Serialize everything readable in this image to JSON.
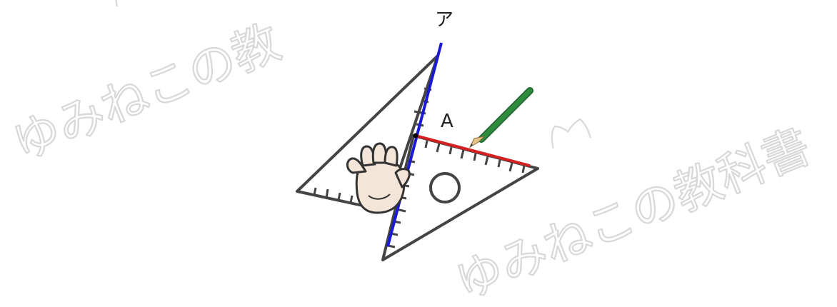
{
  "labels": {
    "line_name": "ア",
    "point_name": "A"
  },
  "watermark": {
    "left": "ゆみねこの教",
    "right": "ゆみねこの教科書"
  },
  "colors": {
    "line_a": "#1a1ad6",
    "perpendicular": "#d42020",
    "pencil_body": "#2e8b3e",
    "triangle_outline": "#444444",
    "hand_fill": "#f3e6d8",
    "watermark": "#d8d8d8"
  },
  "icons": {
    "hand": "hand-icon",
    "pencil": "pencil-icon"
  }
}
